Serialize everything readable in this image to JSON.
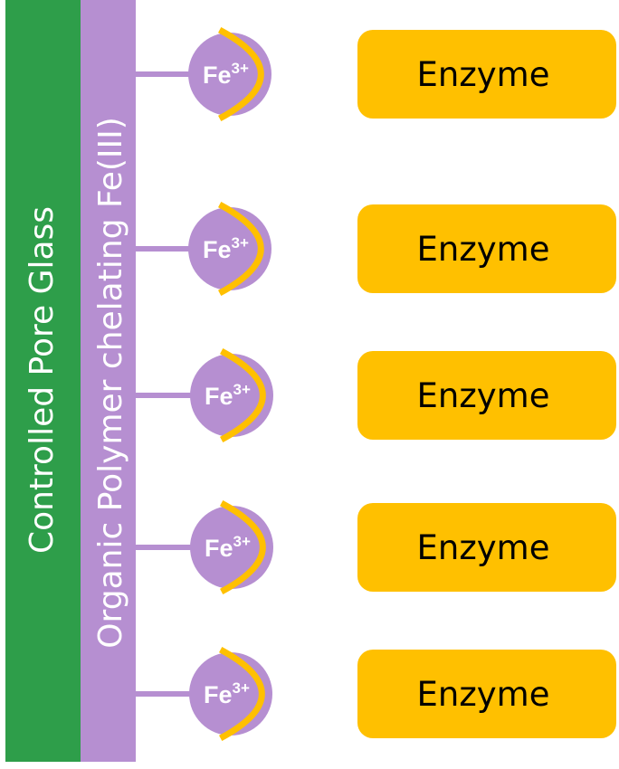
{
  "glass_layer": {
    "label": "Controlled Pore Glass",
    "color": "#2e9e4a"
  },
  "polymer_layer": {
    "label": "Organic Polymer chelating Fe(III)",
    "color": "#b68fd1"
  },
  "colors": {
    "ion": "#b68fd1",
    "enzyme": "#ffc000",
    "enzyme_text": "#000000",
    "linker": "#b68fd1",
    "arc": "#ffc000"
  },
  "units": [
    {
      "ion_base": "Fe",
      "ion_charge": "3+",
      "enzyme_label": "Enzyme"
    },
    {
      "ion_base": "Fe",
      "ion_charge": "3+",
      "enzyme_label": "Enzyme"
    },
    {
      "ion_base": "Fe",
      "ion_charge": "3+",
      "enzyme_label": "Enzyme"
    },
    {
      "ion_base": "Fe",
      "ion_charge": "3+",
      "enzyme_label": "Enzyme"
    },
    {
      "ion_base": "Fe",
      "ion_charge": "3+",
      "enzyme_label": "Enzyme"
    }
  ]
}
